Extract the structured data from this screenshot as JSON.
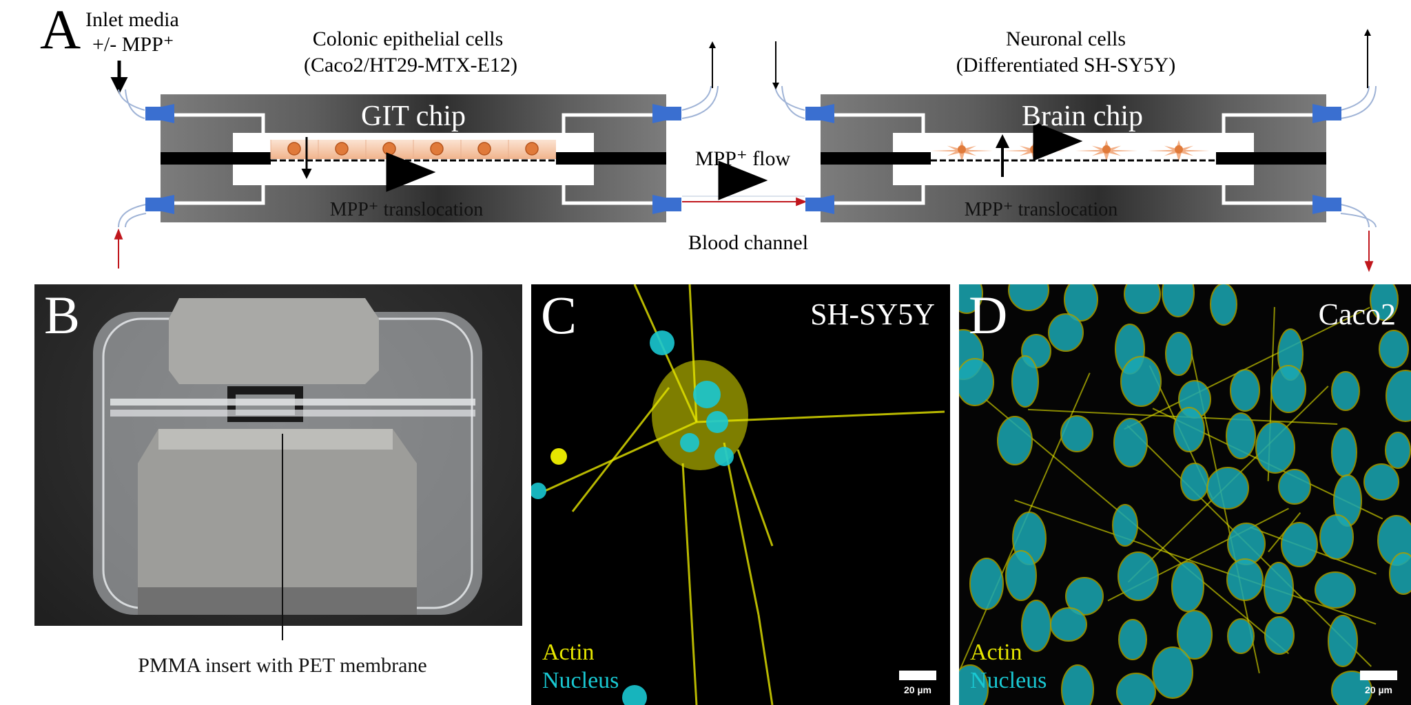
{
  "panelA": {
    "label": "A",
    "inlet_line1": "Inlet media",
    "inlet_line2": "+/- MPP⁺",
    "git_cells_line1": "Colonic epithelial  cells",
    "git_cells_line2": "(Caco2/HT29-MTX-E12)",
    "brain_cells_line1": "Neuronal  cells",
    "brain_cells_line2": "(Differentiated  SH-SY5Y)",
    "git_chip": "GIT chip",
    "brain_chip": "Brain chip",
    "git_translocation": "MPP⁺ translocation",
    "brain_translocation": "MPP⁺ translocation",
    "flow": "MPP⁺ flow",
    "blood_channel": "Blood channel"
  },
  "panelB": {
    "label": "B",
    "caption": "PMMA insert with PET membrane"
  },
  "panelC": {
    "label": "C",
    "title": "SH-SY5Y",
    "legend_actin": "Actin",
    "legend_nucleus": "Nucleus",
    "scale": "20 µm"
  },
  "panelD": {
    "label": "D",
    "title": "Caco2",
    "legend_actin": "Actin",
    "legend_nucleus": "Nucleus",
    "scale": "20 µm"
  },
  "colors": {
    "actin": "#e6e600",
    "nucleus": "#19c8d2",
    "connector": "#3a6fd0",
    "cell": "#e07a3a",
    "blood_arrow": "#c0161c"
  }
}
